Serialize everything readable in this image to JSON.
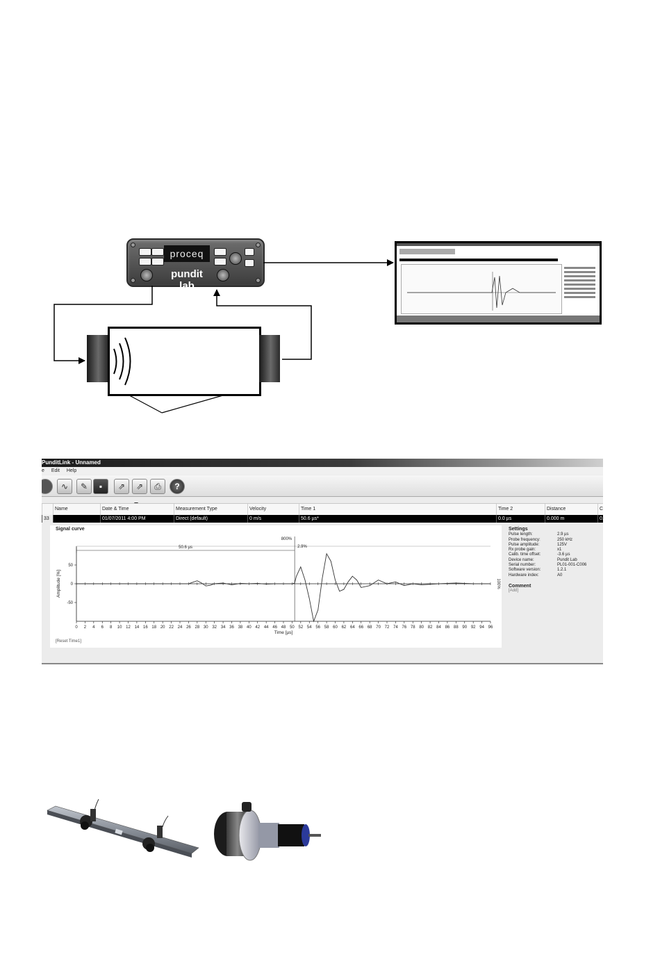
{
  "device": {
    "lcd_text": "proceq",
    "brand_text": "pundit lab"
  },
  "window": {
    "title": "PunditLink - Unnamed",
    "menu": [
      "e",
      "Edit",
      "Help"
    ],
    "toolbar_icons": [
      "record-icon",
      "waveform-icon",
      "open-icon",
      "save-icon",
      "export-icon",
      "export-image-icon",
      "print-icon",
      "help-icon"
    ],
    "table": {
      "columns": [
        "Name",
        "Date & Time",
        "Measurement Type",
        "Velocity",
        "Time 1",
        "Time 2",
        "Distance",
        "C"
      ],
      "row": {
        "index": "33",
        "name": "",
        "datetime": "01/07/2011 4:00 PM",
        "type": "Direct (default)",
        "velocity": "0 m/s",
        "time1": "50.6 µs*",
        "time2": "0.0 µs",
        "distance": "0.000 m",
        "c": "0."
      }
    },
    "signal": {
      "title": "Signal curve",
      "reset": "[Reset Time1]",
      "measure_label": "50.6 µs",
      "gain_label": "800%",
      "threshold_label": "2.9%",
      "right_label": "100%",
      "ylabel": "Amplitude [%]",
      "xlabel": "Time [µs]"
    },
    "settings": {
      "title": "Settings",
      "rows": [
        {
          "k": "Pulse length:",
          "v": "2.9 µs"
        },
        {
          "k": "Probe frequency:",
          "v": "250 kHz"
        },
        {
          "k": "Pulse amplitude:",
          "v": "125V"
        },
        {
          "k": "Rx probe gain:",
          "v": "x1"
        },
        {
          "k": "Calib. time offset:",
          "v": "-3.6 µs"
        },
        {
          "k": "Device name:",
          "v": "Pundit Lab"
        },
        {
          "k": "Serial number:",
          "v": "PL01-001-C006"
        },
        {
          "k": "Software version:",
          "v": "1.2.1"
        },
        {
          "k": "Hardware index:",
          "v": "A0"
        }
      ],
      "comment_label": "Comment",
      "comment_add": "[Add]"
    }
  },
  "chart_data": {
    "type": "line",
    "title": "Signal curve",
    "xlabel": "Time [µs]",
    "ylabel": "Amplitude [%]",
    "xlim": [
      0,
      96
    ],
    "ylim": [
      -100,
      100
    ],
    "x_ticks": [
      0,
      2,
      4,
      6,
      8,
      10,
      12,
      14,
      16,
      18,
      20,
      22,
      24,
      26,
      28,
      30,
      32,
      34,
      36,
      38,
      40,
      42,
      44,
      46,
      48,
      50,
      52,
      54,
      56,
      58,
      60,
      62,
      64,
      66,
      68,
      70,
      72,
      74,
      76,
      78,
      80,
      82,
      84,
      86,
      88,
      90,
      92,
      94,
      96
    ],
    "y_ticks": [
      50,
      0,
      -50
    ],
    "series": [
      {
        "x": [
          0,
          26,
          27,
          28,
          29,
          30,
          31,
          32,
          34,
          36,
          38,
          40,
          42,
          44,
          46,
          48,
          49,
          50,
          50.6,
          51,
          52,
          53,
          54,
          55,
          56,
          57,
          58,
          59,
          60,
          61,
          62,
          63,
          64,
          65,
          66,
          68,
          70,
          72,
          74,
          76,
          78,
          80,
          84,
          88,
          92,
          96
        ],
        "y": [
          0,
          0,
          4,
          8,
          2,
          -6,
          -4,
          0,
          2,
          -3,
          1,
          0,
          1,
          -1,
          0,
          0,
          0,
          0,
          2,
          20,
          45,
          10,
          -40,
          -100,
          -70,
          15,
          80,
          60,
          10,
          -20,
          -15,
          5,
          20,
          10,
          -10,
          -5,
          10,
          0,
          5,
          -5,
          0,
          -3,
          0,
          2,
          0,
          0
        ]
      }
    ],
    "measure_marker_x": 50.6
  }
}
